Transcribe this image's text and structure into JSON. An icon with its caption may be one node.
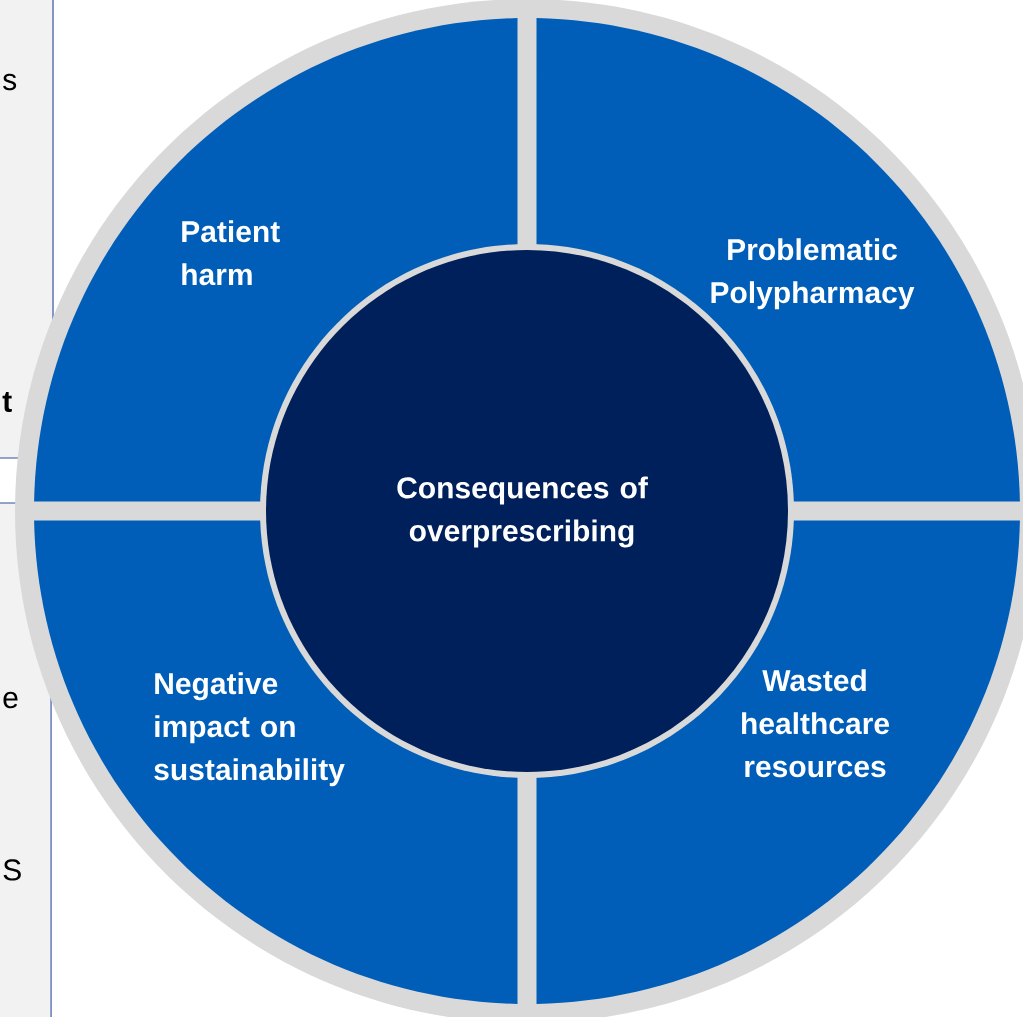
{
  "diagram": {
    "nodes": [
      {
        "text": [
          "Patient harm"
        ]
      },
      {
        "text": [
          "Problematic Polypharmacy"
        ]
      },
      {
        "text": [
          "Consequences of overprescribing"
        ]
      },
      {
        "text": [
          "Negative impact on sustainability"
        ]
      },
      {
        "text": [
          "Wasted healthcare resources"
        ]
      }
    ],
    "labels": [
      "s",
      "t",
      "e",
      "S"
    ]
  }
}
